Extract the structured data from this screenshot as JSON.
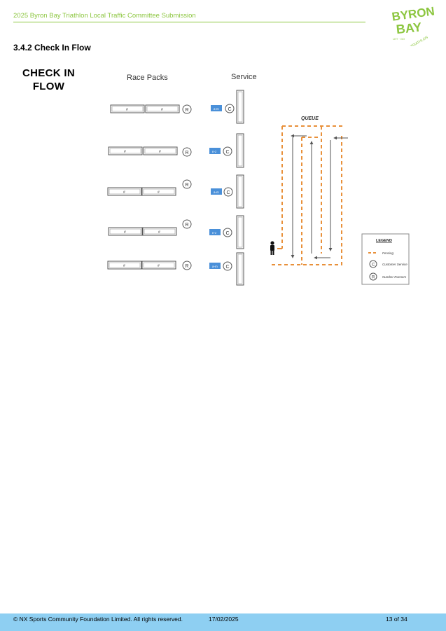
{
  "header": {
    "doc_title": "2025 Byron Bay Triathlon Local Traffic Committee Submission",
    "logo": {
      "line1": "BYRON",
      "line2": "BAY",
      "tagline": "TRIATHLON",
      "slogan": "LET · GO",
      "color": "#8cc63f"
    }
  },
  "section": {
    "heading": "3.4.2 Check In Flow"
  },
  "diagram": {
    "title_line1": "CHECK IN",
    "title_line2": "FLOW",
    "col_race_packs": "Race Packs",
    "col_service": "Service",
    "queue_label": "QUEUE",
    "table_mark": "#",
    "runner_symbol": "R",
    "service_symbol": "C",
    "service_desks": [
      "a-m",
      "n-z",
      "a-m",
      "n-z",
      "a-m"
    ],
    "legend": {
      "title": "LEGEND",
      "fencing": "Fencing",
      "customer_service": "Customer Service",
      "number_runners": "Number Runners"
    },
    "colors": {
      "fence": "#e8903a",
      "desk": "#4a90d9",
      "line": "#555555"
    }
  },
  "footer": {
    "copyright": "© NX Sports Community Foundation Limited. All rights reserved.",
    "date": "17/02/2025",
    "page": "13 of 34"
  }
}
